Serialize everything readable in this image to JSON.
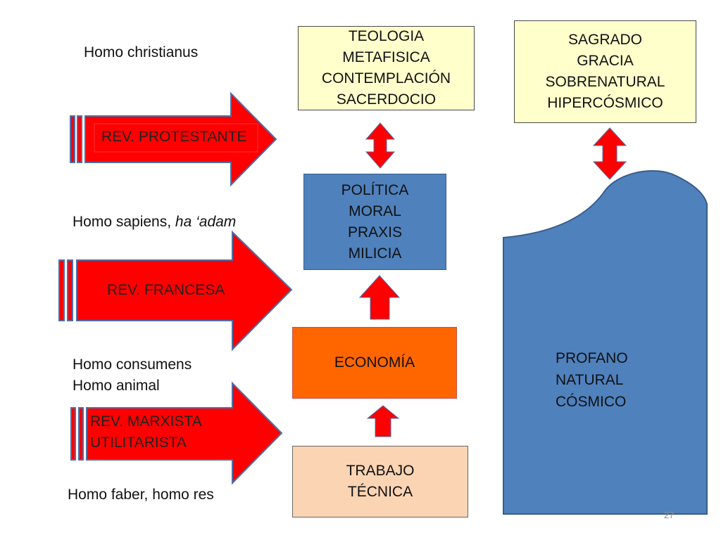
{
  "labels": {
    "christianus": "Homo christianus",
    "sapiens_a": "Homo sapiens, ",
    "sapiens_b": "ha ‘adam",
    "consumens": "Homo consumens",
    "animal": "Homo animal",
    "faber": "Homo faber, homo res"
  },
  "revolutions": {
    "protestante": "REV.  PROTESTANTE",
    "francesa": "REV.  FRANCESA",
    "marxista_1": "REV. MARXISTA",
    "marxista_2": "UTILITARISTA"
  },
  "boxes": {
    "teologia": [
      "TEOLOGIA",
      "METAFISICA",
      "CONTEMPLACIÓN",
      "SACERDOCIO"
    ],
    "sagrado": [
      "SAGRADO",
      "GRACIA",
      "SOBRENATURAL",
      "HIPERCÓSMICO"
    ],
    "politica": [
      "POLÍTICA",
      "MORAL",
      "PRAXIS",
      "MILICIA"
    ],
    "economia": [
      "ECONOMÍA"
    ],
    "trabajo": [
      "TRABAJO",
      "TÉCNICA"
    ]
  },
  "profano": [
    "PROFANO",
    "NATURAL",
    "CÓSMICO"
  ],
  "slide_number": "27",
  "colors": {
    "arrow_red": "#ff0000",
    "arrow_outline": "#4f6ea8",
    "box_yellow": "#ffffcc",
    "box_blue": "#4f81bd",
    "box_orange": "#ff6600",
    "box_peach": "#fbd4b4"
  }
}
